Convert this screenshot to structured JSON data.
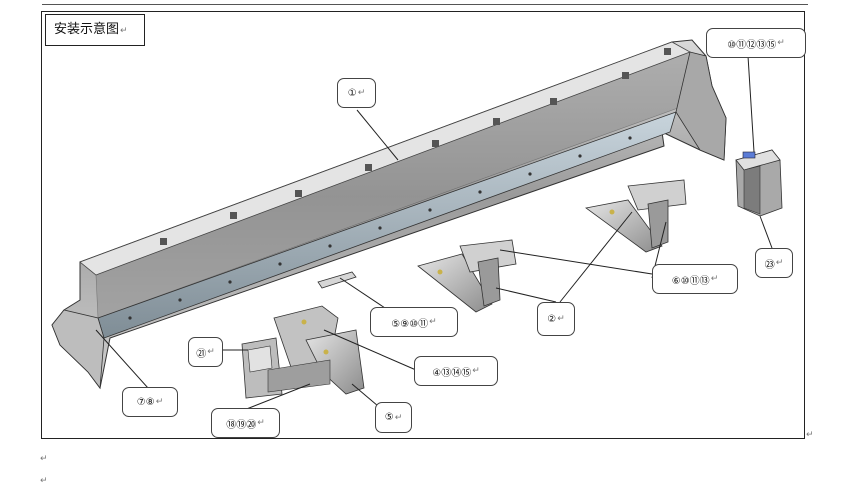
{
  "title": "安装示意图",
  "return_mark": "↵",
  "callouts": {
    "c1": "①",
    "c2": "⑩⑪⑫⑬⑮",
    "c3": "㉓",
    "c4": "⑥⑩⑪⑬",
    "c5": "②",
    "c6": "⑤⑨⑩⑪",
    "c7": "④⑬⑭⑮",
    "c8": "⑤",
    "c9": "㉑",
    "c10": "⑱⑲⑳",
    "c11": "⑦⑧"
  }
}
